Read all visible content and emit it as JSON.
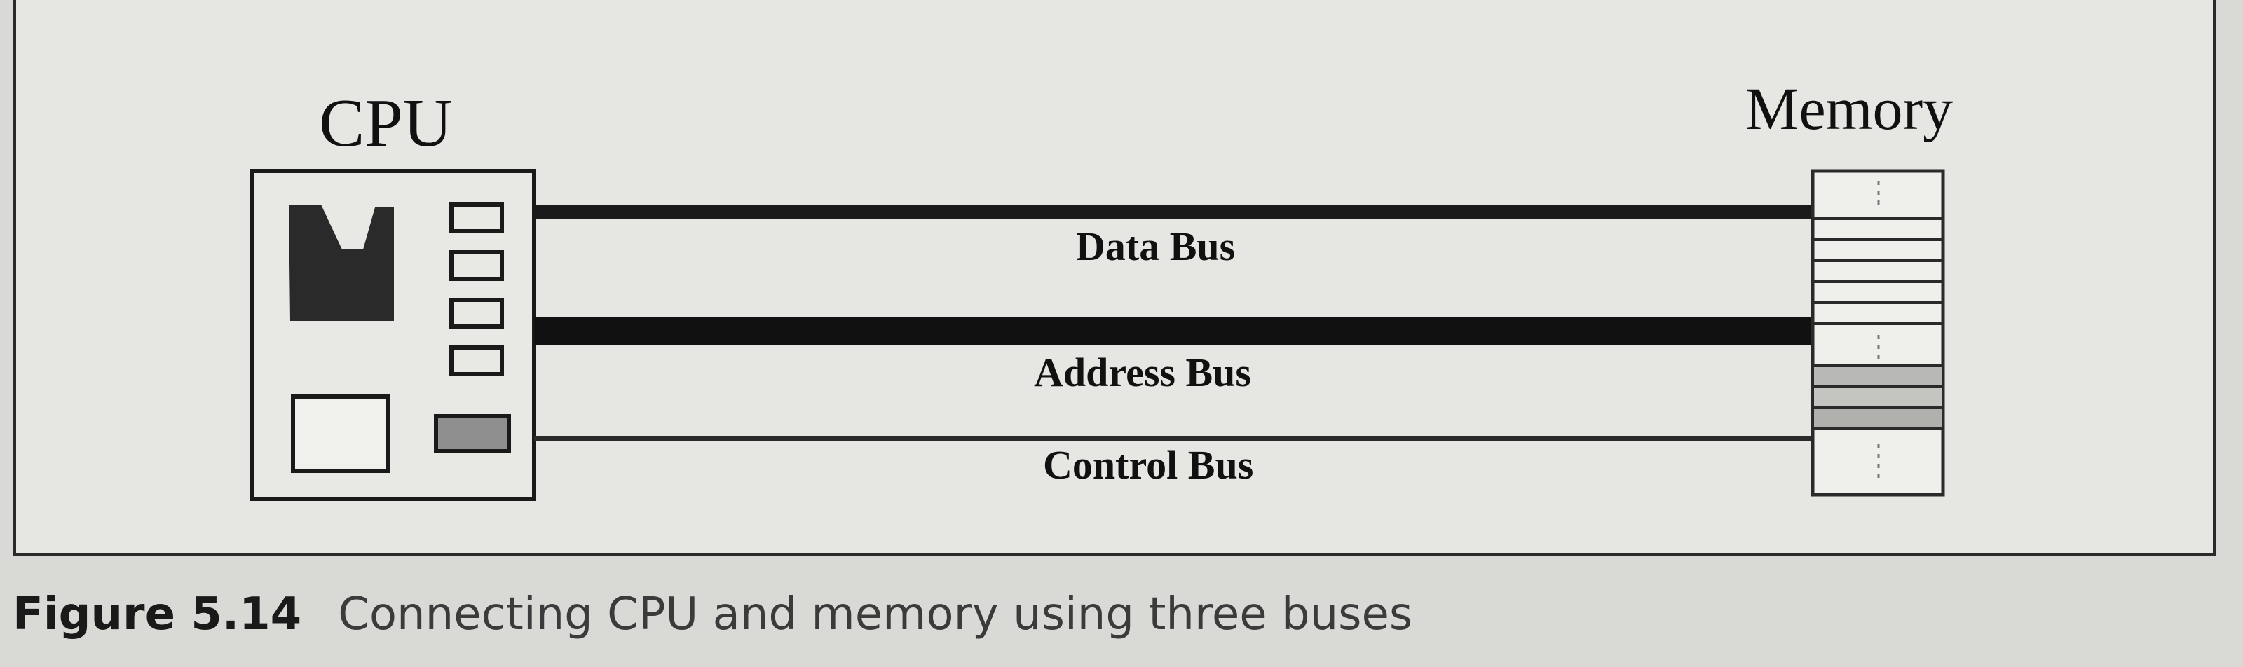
{
  "diagram": {
    "cpu_label": "CPU",
    "memory_label": "Memory",
    "buses": [
      {
        "name": "Data Bus"
      },
      {
        "name": "Address Bus"
      },
      {
        "name": "Control Bus"
      }
    ]
  },
  "caption": {
    "number": "Figure 5.14",
    "text": "Connecting CPU and memory using three buses"
  },
  "colors": {
    "bus": "#1a1a1a",
    "frame": "#2a2a2a",
    "background": "#e6e6e3"
  }
}
